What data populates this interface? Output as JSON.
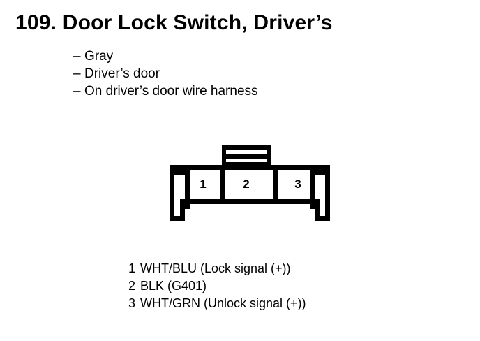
{
  "title": "109. Door Lock Switch, Driver’s",
  "specs": {
    "dash": "–",
    "items": [
      "Gray",
      "Driver’s door",
      "On driver’s door wire harness"
    ]
  },
  "connector": {
    "pins": [
      {
        "number": "1"
      },
      {
        "number": "2"
      },
      {
        "number": "3"
      }
    ]
  },
  "legend": {
    "rows": [
      {
        "number": "1",
        "text": "WHT/BLU (Lock signal (+))"
      },
      {
        "number": "2",
        "text": "BLK (G401)"
      },
      {
        "number": "3",
        "text": "WHT/GRN (Unlock signal (+))"
      }
    ]
  },
  "colors": {
    "ink": "#000000",
    "paper": "#ffffff"
  }
}
